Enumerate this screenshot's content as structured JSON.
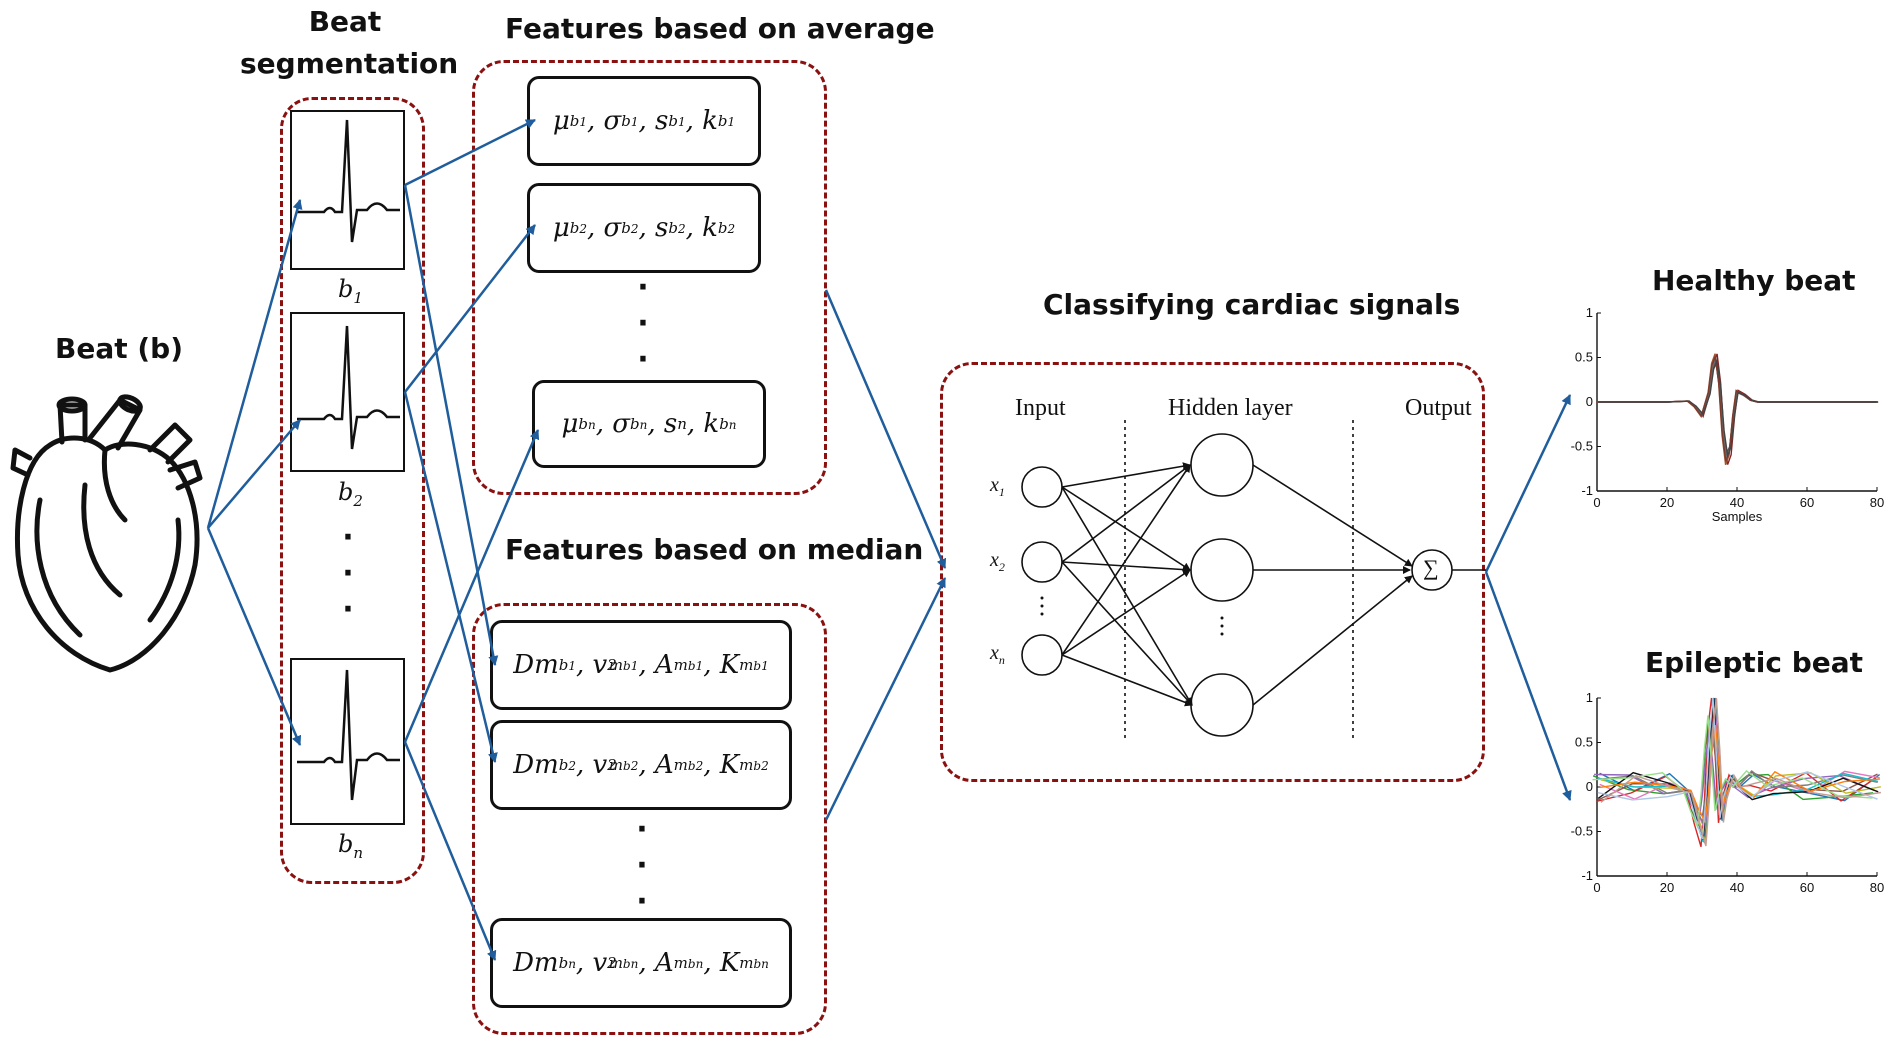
{
  "headers": {
    "beat": "Beat (b)",
    "segmentation_line1": "Beat",
    "segmentation_line2": "segmentation",
    "features_average": "Features based on average",
    "features_median": "Features based on median",
    "classifying": "Classifying cardiac signals",
    "healthy": "Healthy beat",
    "epileptic": "Epileptic beat"
  },
  "beat_labels": [
    "b",
    "1",
    "b",
    "2",
    "b",
    "n"
  ],
  "neural_net": {
    "input": "Input",
    "hidden": "Hidden layer",
    "output": "Output",
    "sum_symbol": "∑",
    "x_inputs": [
      {
        "var": "x",
        "sub": "1"
      },
      {
        "var": "x",
        "sub": "2"
      },
      {
        "var": "x",
        "sub": "n"
      }
    ]
  },
  "chart_data": [
    {
      "type": "line",
      "name": "healthy",
      "x_ticks": [
        "0",
        "20",
        "40",
        "60",
        "80"
      ],
      "y_ticks": [
        "1",
        "0.5",
        "0",
        "-0.5",
        "-1"
      ],
      "xlim": [
        0,
        80
      ],
      "ylim": [
        -1,
        1
      ],
      "xlabel": "Samples",
      "series_count": 6,
      "series": [
        {
          "x": [
            0,
            10,
            20,
            26,
            28,
            30,
            32,
            33,
            34,
            35,
            36,
            37,
            38,
            39,
            40,
            42,
            44,
            46,
            50,
            60,
            70,
            80
          ],
          "y": [
            0,
            0,
            0,
            0.01,
            -0.05,
            -0.15,
            0.1,
            0.4,
            0.5,
            0.2,
            -0.35,
            -0.65,
            -0.55,
            -0.15,
            0.12,
            0.08,
            0.02,
            0,
            0,
            0,
            0,
            0
          ]
        }
      ]
    },
    {
      "type": "line",
      "name": "epileptic",
      "x_ticks": [
        "0",
        "20",
        "40",
        "60",
        "80"
      ],
      "y_ticks": [
        "1",
        "0.5",
        "0",
        "-0.5",
        "-1"
      ],
      "xlim": [
        0,
        80
      ],
      "ylim": [
        -1,
        1
      ],
      "series_count": 14,
      "series": [
        {
          "x": [
            0,
            10,
            20,
            26,
            28,
            30,
            31,
            32,
            33,
            34,
            35,
            36,
            38,
            40,
            44,
            50,
            60,
            70,
            80
          ],
          "y": [
            0,
            0.02,
            0,
            -0.05,
            -0.3,
            -0.5,
            -0.1,
            0.5,
            0.9,
            0.3,
            -0.3,
            -0.1,
            0.1,
            0,
            0.02,
            0,
            0,
            0,
            0
          ]
        }
      ]
    }
  ],
  "colors": {
    "dash_border": "#8b1010",
    "arrow": "#1f5d9c",
    "healthy_main": "#8b2020"
  }
}
